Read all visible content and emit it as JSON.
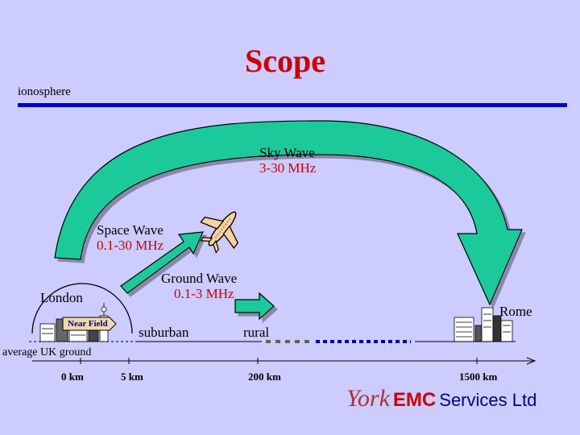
{
  "title": "Scope",
  "ionosphere_label": "ionosphere",
  "sky_wave": {
    "name": "Sky Wave",
    "freq": "3-30 MHz"
  },
  "space_wave": {
    "name": "Space Wave",
    "freq": "0.1-30 MHz"
  },
  "ground_wave": {
    "name": "Ground Wave",
    "freq": "0.1-3 MHz"
  },
  "places": {
    "london": "London",
    "rome": "Rome",
    "suburban": "suburban",
    "rural": "rural"
  },
  "near_field": "Near Field",
  "ground_label": "average UK ground",
  "distance_ticks": [
    "0 km",
    "5 km",
    "200 km",
    "1500 km"
  ],
  "logo": {
    "york": "York",
    "emc": "EMC",
    "services": "Services Ltd"
  },
  "colors": {
    "background": "#ccccff",
    "arrow_fill": "#1fc99a",
    "title": "#cc0000",
    "rule": "#0000cc"
  }
}
